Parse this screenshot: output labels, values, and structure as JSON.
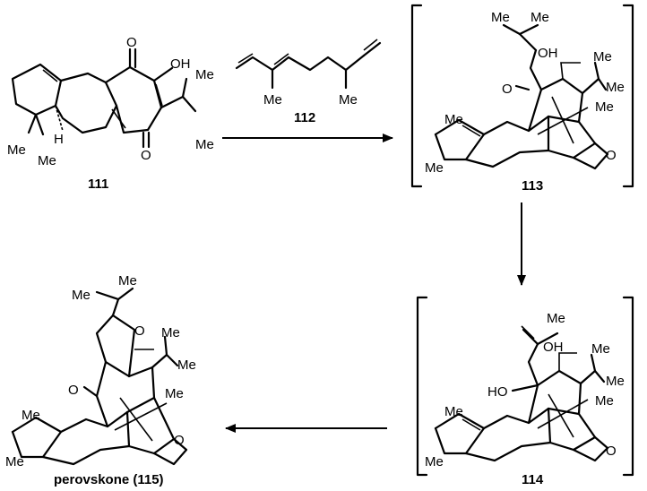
{
  "compounds": [
    {
      "id": "111",
      "label": "111"
    },
    {
      "id": "112",
      "label": "112"
    },
    {
      "id": "113",
      "label": "113"
    },
    {
      "id": "114",
      "label": "114"
    },
    {
      "id": "115",
      "label": "perovskone (115)"
    }
  ],
  "atom_labels": {
    "O": "O",
    "OH": "OH",
    "HO": "HO",
    "Me": "Me",
    "H": "H"
  }
}
